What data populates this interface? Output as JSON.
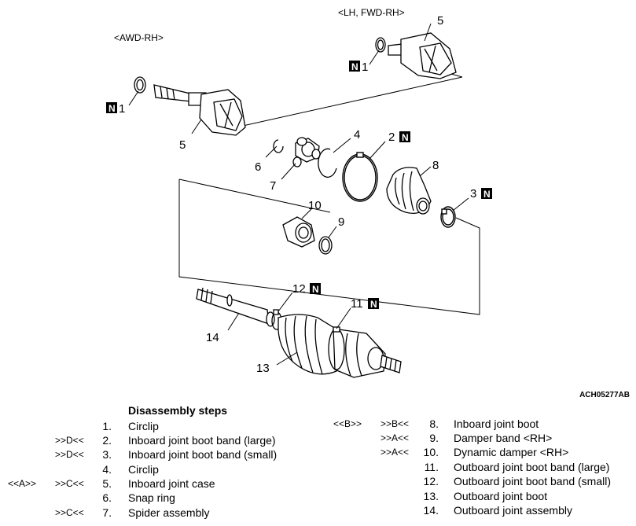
{
  "diagram": {
    "top_variant_label": "<LH, FWD-RH>",
    "left_variant_label": "<AWD-RH>",
    "new_part_mark": "N",
    "callouts": [
      "1",
      "1",
      "5",
      "5",
      "6",
      "7",
      "4",
      "2",
      "8",
      "3",
      "10",
      "9",
      "12",
      "11",
      "14",
      "13"
    ],
    "figure_code": "ACH05277AB"
  },
  "steps": {
    "title": "Disassembly steps",
    "left": [
      {
        "ref_a": "",
        "ref_b": "",
        "num": "1.",
        "name": "Circlip"
      },
      {
        "ref_a": "",
        "ref_b": ">>D<<",
        "num": "2.",
        "name": "Inboard joint boot band (large)"
      },
      {
        "ref_a": "",
        "ref_b": ">>D<<",
        "num": "3.",
        "name": "Inboard joint boot band (small)"
      },
      {
        "ref_a": "",
        "ref_b": "",
        "num": "4.",
        "name": "Circlip"
      },
      {
        "ref_a": "<<A>>",
        "ref_b": ">>C<<",
        "num": "5.",
        "name": "Inboard joint case"
      },
      {
        "ref_a": "",
        "ref_b": "",
        "num": "6.",
        "name": "Snap ring"
      },
      {
        "ref_a": "",
        "ref_b": ">>C<<",
        "num": "7.",
        "name": "Spider assembly"
      }
    ],
    "right": [
      {
        "ref_a": "<<B>>",
        "ref_b": ">>B<<",
        "num": "8.",
        "name": "Inboard joint boot"
      },
      {
        "ref_a": "",
        "ref_b": ">>A<<",
        "num": "9.",
        "name": "Damper band <RH>"
      },
      {
        "ref_a": "",
        "ref_b": ">>A<<",
        "num": "10.",
        "name": "Dynamic damper <RH>"
      },
      {
        "ref_a": "",
        "ref_b": "",
        "num": "11.",
        "name": "Outboard joint boot band (large)"
      },
      {
        "ref_a": "",
        "ref_b": "",
        "num": "12.",
        "name": "Outboard joint boot band (small)"
      },
      {
        "ref_a": "",
        "ref_b": "",
        "num": "13.",
        "name": "Outboard joint boot"
      },
      {
        "ref_a": "",
        "ref_b": "",
        "num": "14.",
        "name": "Outboard joint assembly"
      }
    ]
  }
}
